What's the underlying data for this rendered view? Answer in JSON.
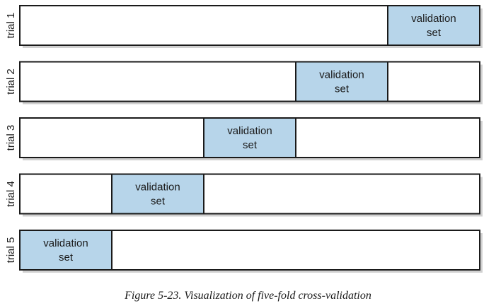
{
  "diagram": {
    "title": "",
    "folds_per_trial": 5,
    "validation_label_line1": "validation",
    "validation_label_line2": "set",
    "trials": [
      {
        "label": "trial 1",
        "validation_fold": 5
      },
      {
        "label": "trial 2",
        "validation_fold": 4
      },
      {
        "label": "trial 3",
        "validation_fold": 3
      },
      {
        "label": "trial 4",
        "validation_fold": 2
      },
      {
        "label": "trial 5",
        "validation_fold": 1
      }
    ],
    "colors": {
      "validation_fill": "#b7d5ea",
      "outline": "#1a1a1a",
      "background": "#ffffff"
    }
  },
  "caption": "Figure 5-23. Visualization of five-fold cross-validation"
}
